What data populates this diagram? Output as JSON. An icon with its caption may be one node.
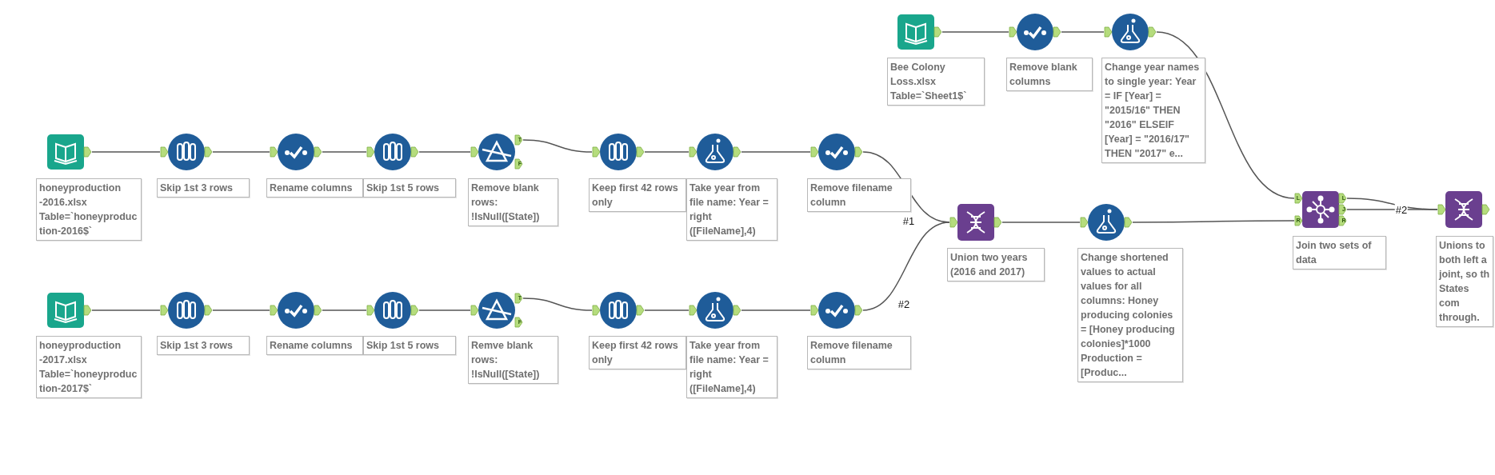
{
  "diagram": {
    "nodes": [
      {
        "text": [],
        "shape": "picture",
        "beside": [
          "Bee Colony Loss.xlsx Table=`Sheet1$`"
        ]
      },
      {
        "text": [],
        "shape": "circle",
        "beside": [
          "Remove blank columns"
        ]
      },
      {
        "text": [],
        "shape": "circle",
        "beside": [
          "Change year names to single year: Year = IF [Year] = \"2015/16\" THEN \"2016\" ELSEIF [Year] = \"2016/17\" THEN \"2017\" e..."
        ]
      },
      {
        "text": [],
        "shape": "picture",
        "beside": [
          "honeyproduction -2016.xlsx Table=`honeyproduction-2016$`"
        ]
      },
      {
        "text": [],
        "shape": "circle",
        "beside": [
          "Skip 1st 3 rows"
        ]
      },
      {
        "text": [],
        "shape": "circle",
        "beside": [
          "Rename columns"
        ]
      },
      {
        "text": [],
        "shape": "circle",
        "beside": [
          "Skip 1st 5 rows"
        ]
      },
      {
        "text": [],
        "shape": "circle",
        "beside": [
          "Remove blank rows: !IsNull([State])"
        ]
      },
      {
        "text": [],
        "shape": "circle",
        "beside": [
          "Keep first 42 rows only"
        ]
      },
      {
        "text": [],
        "shape": "circle",
        "beside": [
          "Take year from file name: Year = right ([FileName],4)"
        ]
      },
      {
        "text": [],
        "shape": "circle",
        "beside": [
          "Remove filename column"
        ]
      },
      {
        "text": [],
        "shape": "picture",
        "beside": [
          "honeyproduction -2017.xlsx Table=`honeyproduction-2017$`"
        ]
      },
      {
        "text": [],
        "shape": "circle",
        "beside": [
          "Skip 1st 3 rows"
        ]
      },
      {
        "text": [],
        "shape": "circle",
        "beside": [
          "Rename columns"
        ]
      },
      {
        "text": [],
        "shape": "circle",
        "beside": [
          "Skip 1st 5 rows"
        ]
      },
      {
        "text": [],
        "shape": "circle",
        "beside": [
          "Remve blank rows: !IsNull([State])"
        ]
      },
      {
        "text": [],
        "shape": "circle",
        "beside": [
          "Keep first 42 rows only"
        ]
      },
      {
        "text": [],
        "shape": "circle",
        "beside": [
          "Take year from file name: Year = right ([FileName],4)"
        ]
      },
      {
        "text": [],
        "shape": "circle",
        "beside": [
          "Remove filename column"
        ]
      },
      {
        "text": [],
        "shape": "box",
        "beside": [
          "Union two years (2016 and 2017)"
        ]
      },
      {
        "text": [],
        "shape": "circle",
        "beside": [
          "Change shortened values to actual values for all columns: Honey producing colonies = [Honey producing colonies]*1000 Production = [Produc..."
        ]
      },
      {
        "text": [],
        "shape": "box",
        "beside": [
          "Join two sets of data"
        ]
      },
      {
        "text": [],
        "shape": "box",
        "beside": [
          "Unions to both left a joint, so th States com through."
        ]
      }
    ],
    "edges": [
      {
        "from": 0,
        "to": 1,
        "arrow": "none"
      },
      {
        "from": 1,
        "to": 2,
        "arrow": "none"
      },
      {
        "from": 2,
        "to": 21,
        "arrow": "none"
      },
      {
        "from": 3,
        "to": 4,
        "arrow": "none"
      },
      {
        "from": 4,
        "to": 5,
        "arrow": "none"
      },
      {
        "from": 5,
        "to": 6,
        "arrow": "none"
      },
      {
        "from": 6,
        "to": 7,
        "arrow": "none"
      },
      {
        "from": 7,
        "to": 8,
        "arrow": "none"
      },
      {
        "from": 8,
        "to": 9,
        "arrow": "none"
      },
      {
        "from": 9,
        "to": 10,
        "arrow": "none"
      },
      {
        "from": 10,
        "to": 19,
        "arrow": "none",
        "label": "#1"
      },
      {
        "from": 11,
        "to": 12,
        "arrow": "none"
      },
      {
        "from": 12,
        "to": 13,
        "arrow": "none"
      },
      {
        "from": 13,
        "to": 14,
        "arrow": "none"
      },
      {
        "from": 14,
        "to": 15,
        "arrow": "none"
      },
      {
        "from": 15,
        "to": 16,
        "arrow": "none"
      },
      {
        "from": 16,
        "to": 17,
        "arrow": "none"
      },
      {
        "from": 17,
        "to": 18,
        "arrow": "none"
      },
      {
        "from": 18,
        "to": 19,
        "arrow": "none",
        "label": "#2"
      },
      {
        "from": 19,
        "to": 20,
        "arrow": "none"
      },
      {
        "from": 20,
        "to": 21,
        "arrow": "none"
      },
      {
        "from": 21,
        "to": 22,
        "arrow": "none"
      },
      {
        "from": 21,
        "to": 22,
        "arrow": "none",
        "label": "#2"
      }
    ],
    "labels": [
      "T",
      "F",
      "L",
      "L",
      "J",
      "R",
      "R",
      "T",
      "F"
    ]
  }
}
